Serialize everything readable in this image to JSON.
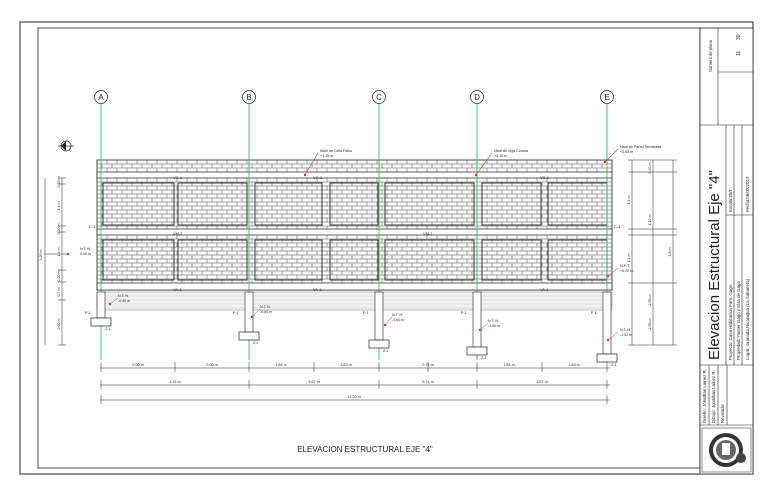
{
  "drawing": {
    "title": "ELEVACION ESTRUCTURAL EJE \"4\"",
    "axes": [
      "A",
      "B",
      "C",
      "D",
      "E"
    ],
    "level_notes": [
      {
        "line1": "Nivel de Cielo Falso",
        "line2": "+3.15 m"
      },
      {
        "line1": "Nivel de Viga Corona",
        "line2": "+3.15 m"
      },
      {
        "line1": "Nivel de Pared Terminada",
        "line2": "+3.55 m"
      }
    ],
    "ground_notes": [
      {
        "line1": "N.T. N.",
        "line2": "0.00 m"
      },
      {
        "line1": "N.T. N.",
        "line2": "-0.40 m"
      },
      {
        "line1": "N.T. N.",
        "line2": "-0.60 m"
      },
      {
        "line1": "N.T. N.",
        "line2": "-1.00 m"
      },
      {
        "line1": "N.T. N.",
        "line2": "-1.50 m"
      },
      {
        "line1": "N.P. T.",
        "line2": "+0.20 m"
      },
      {
        "line1": "N.T. N.",
        "line2": "-1.52 m"
      }
    ],
    "beam_labels": {
      "top": "VC-1",
      "mid": "VM-1",
      "bottom": "VA-1"
    },
    "column_label": "C-1",
    "pedestal_label": "P-1",
    "footing_label": "Z-1",
    "dims_bottom_row1": [
      "0.00 m",
      "0.00 m",
      "1.84 m",
      "1.83 m",
      "0.74 m",
      "1.84 m",
      "1.83 m"
    ],
    "dims_bottom_row2": [
      "4.11 m",
      "3.67 m",
      "0.74 m",
      "3.67 m"
    ],
    "dims_total": "14.20 m",
    "dims_left": [
      "0.25 m",
      "1.4 m",
      "0.20 m",
      "1.4 m",
      "0.20 m",
      "4.20 m",
      "0.7 m",
      "0.60 m"
    ],
    "dims_right": [
      "0.40 m",
      "1.4 m",
      "1.10 m",
      "1.4 m",
      "2.55 m",
      "4.6 m",
      "2.55 m"
    ]
  },
  "title_block": {
    "sheet_label": "Numero de plano",
    "sheet_number": "11",
    "sheet_total": "30",
    "big_title": "Elevacion Estructural Eje \"4\"",
    "rows": [
      {
        "left": "Proyecto: Casa Habitacion Fam. Gago",
        "right": "Escala:20/1"
      },
      {
        "left": "Propiedad: Yasser Gago y Elsa de Gago",
        "right": ""
      },
      {
        "left": "Lugar: Granada,Nicaragua (La Sabaneta)",
        "right": "Fecha:08/02/2019"
      }
    ],
    "designed": "Diseño: Jonathan Lainez R.",
    "drawn": "Dibujo: Jonathan Lainez R.",
    "reviewed": "Revisado:"
  },
  "colors": {
    "grid_line": "#1fc95a",
    "note_marker": "#e0332b",
    "ink": "#222222",
    "wall_light": "#c8c8c8"
  }
}
